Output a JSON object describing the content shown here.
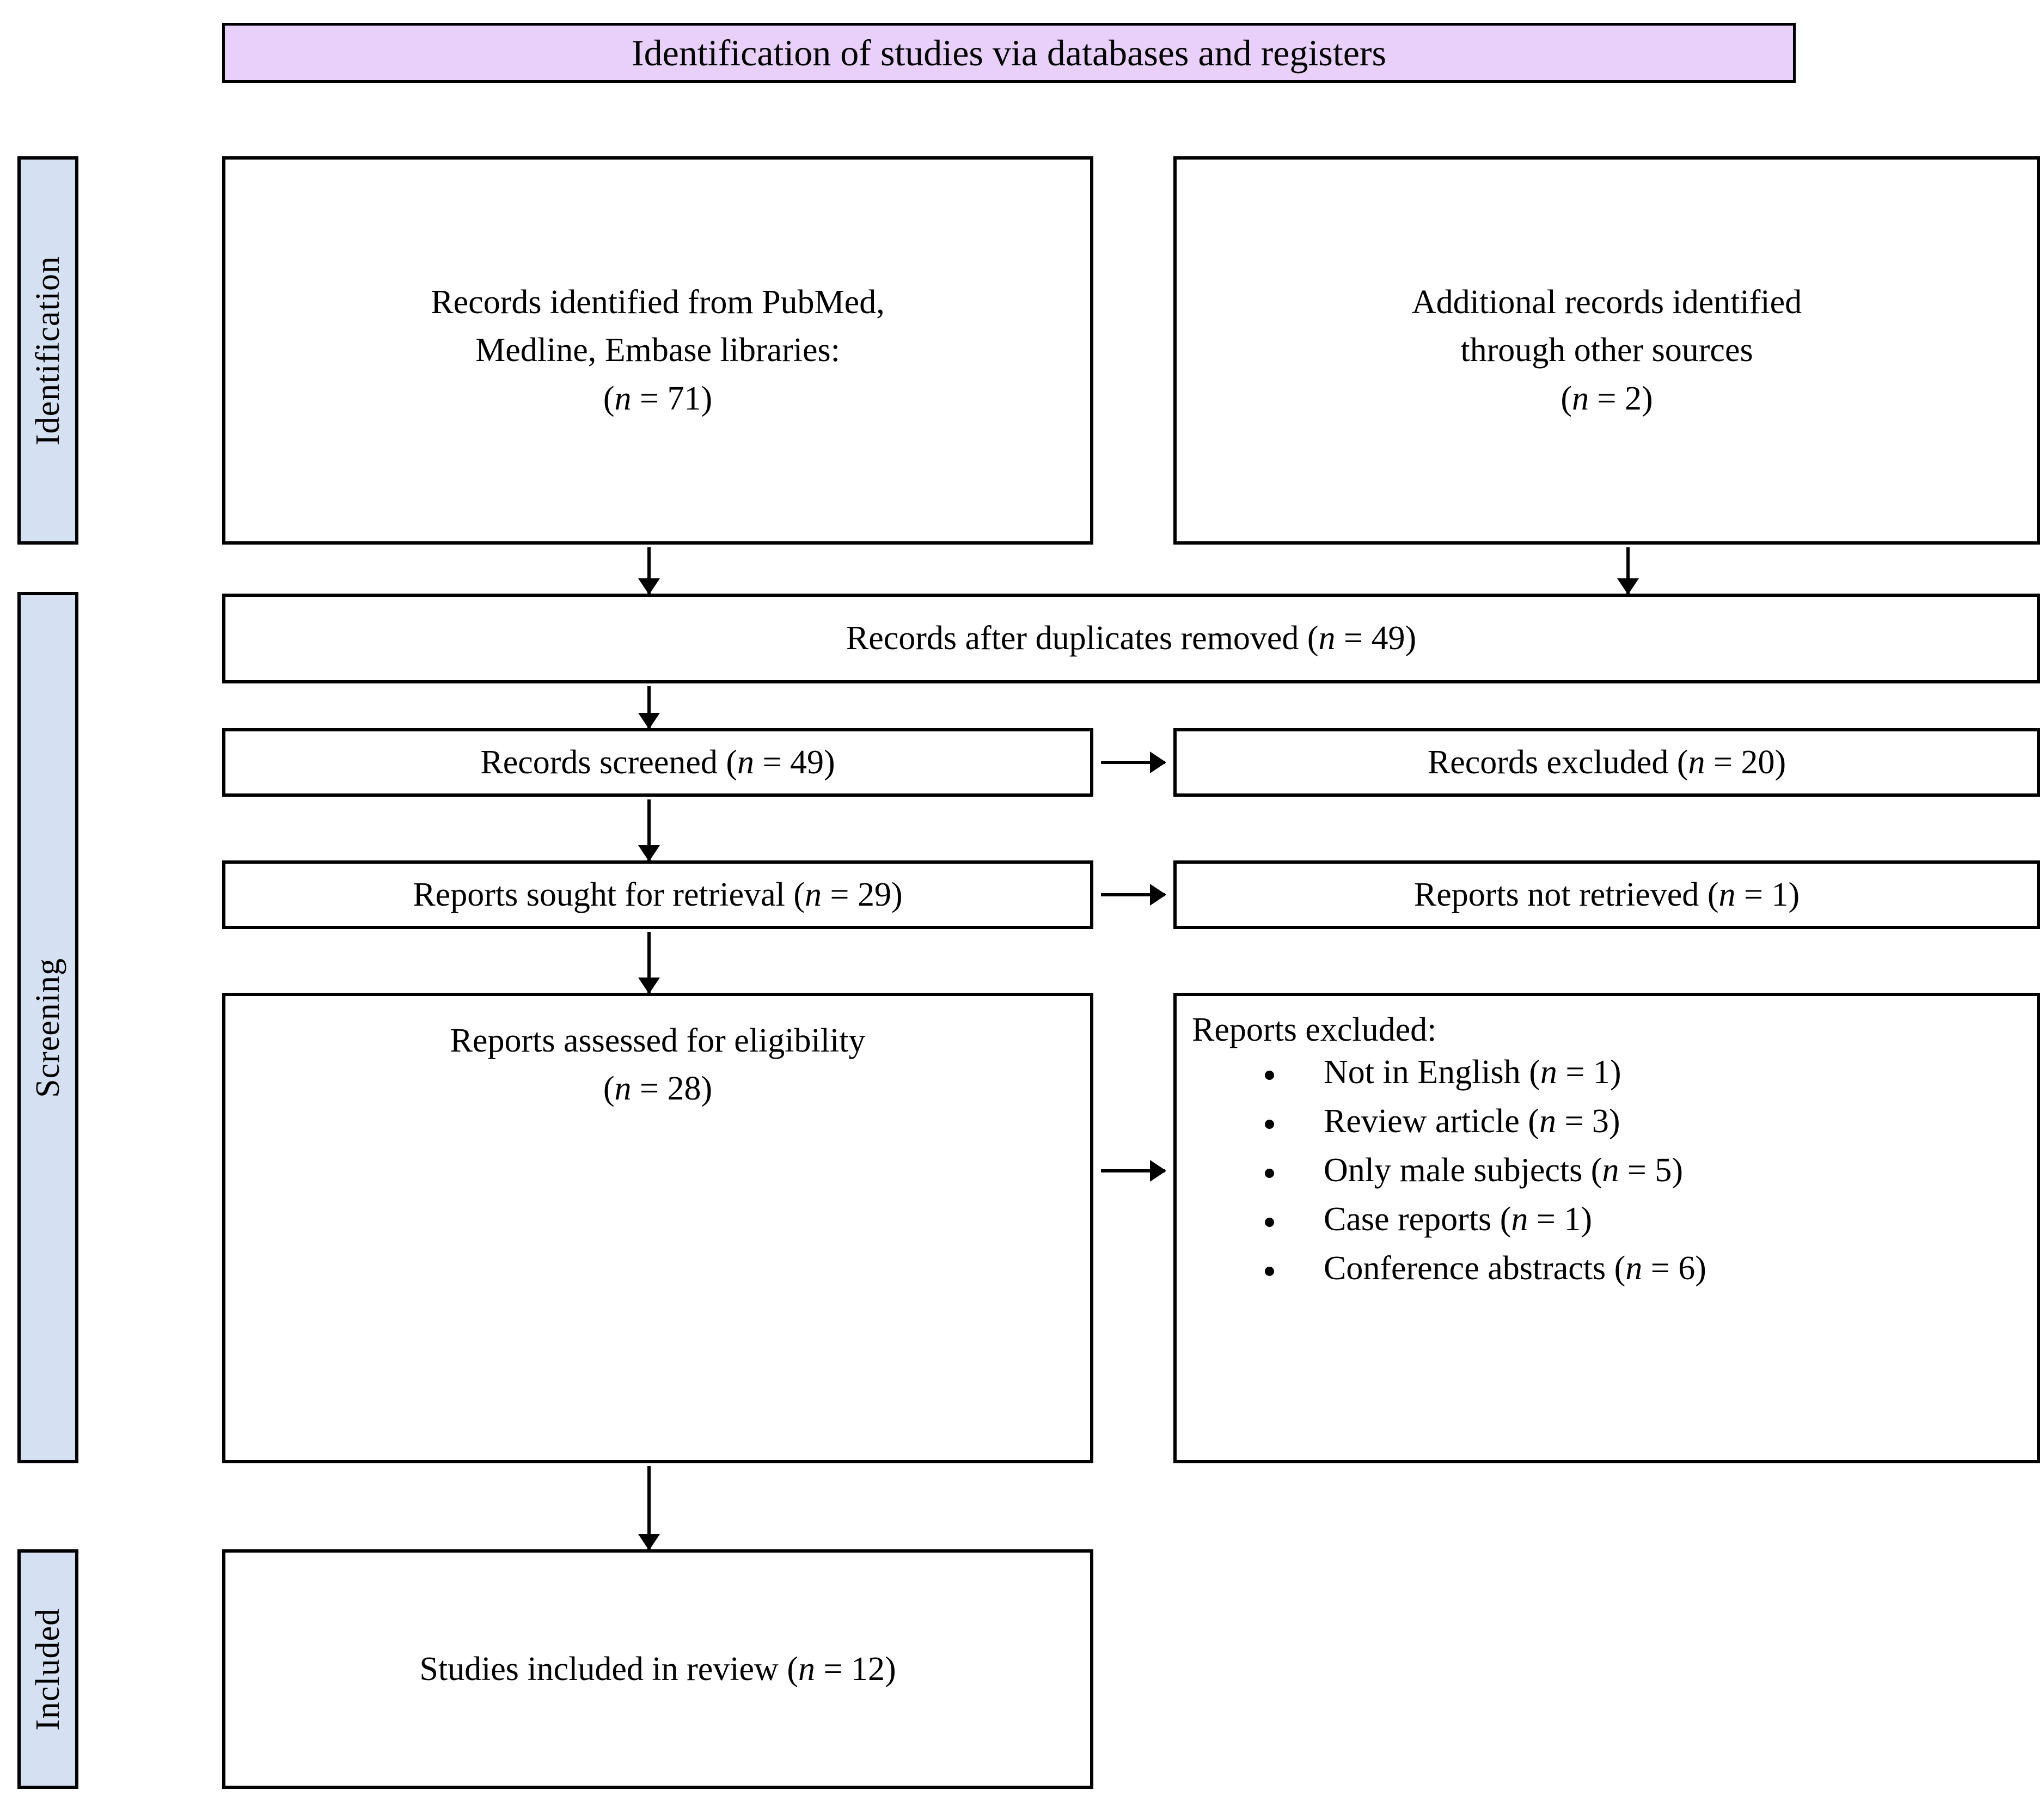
{
  "banner": {
    "title": "Identification of studies via databases and registers"
  },
  "stages": [
    {
      "key": "identification",
      "label": "Identification"
    },
    {
      "key": "screening",
      "label": "Screening"
    },
    {
      "key": "included",
      "label": "Included"
    }
  ],
  "boxes": {
    "databases": {
      "line1": "Records identified from PubMed,",
      "line2": "Medline, Embase libraries:",
      "count": "(n = 71)",
      "n_label": "n",
      "n_value": "71"
    },
    "other_sources": {
      "line1": "Additional records identified",
      "line2": "through other sources",
      "count": "(n = 2)",
      "n_label": "n",
      "n_value": "2"
    },
    "duplicates_removed": {
      "text": "Records after duplicates removed",
      "count": "(n = 49)",
      "n_label": "n",
      "n_value": "49"
    },
    "records_screened": {
      "text": "Records screened",
      "count": "(n = 49)",
      "n_label": "n",
      "n_value": "49"
    },
    "records_excluded": {
      "text": "Records excluded",
      "count": "(n = 20)",
      "n_label": "n",
      "n_value": "20"
    },
    "reports_sought": {
      "text": "Reports sought for retrieval",
      "count": "(n = 29)",
      "n_label": "n",
      "n_value": "29"
    },
    "reports_not_retrieved": {
      "text": "Reports not retrieved",
      "count": "(n = 1)",
      "n_label": "n",
      "n_value": "1"
    },
    "reports_assessed": {
      "line1": "Reports assessed for eligibility",
      "count": "(n = 28)",
      "n_label": "n",
      "n_value": "28"
    },
    "reports_excluded": {
      "heading": "Reports excluded:",
      "items": [
        {
          "label": "Not in English",
          "n_label": "n",
          "n_value": "1",
          "count": "(n = 1)"
        },
        {
          "label": "Review article",
          "n_label": "n",
          "n_value": "3",
          "count": "(n = 3)"
        },
        {
          "label": "Only male subjects",
          "n_label": "n",
          "n_value": "5",
          "count": "(n = 5)"
        },
        {
          "label": "Case reports",
          "n_label": "n",
          "n_value": "1",
          "count": "(n = 1)"
        },
        {
          "label": "Conference abstracts",
          "n_label": "n",
          "n_value": "6",
          "count": "(n = 6)"
        }
      ]
    },
    "studies_included": {
      "text": "Studies included in review",
      "count": "(n = 12)",
      "n_label": "n",
      "n_value": "12"
    }
  },
  "colors": {
    "banner_fill": "#e8d0fa",
    "stage_fill": "#d5e1f2",
    "border": "#000000",
    "box_fill": "#ffffff",
    "text": "#000000"
  },
  "arrows": [
    {
      "name": "databases-to-duplicates",
      "direction": "down"
    },
    {
      "name": "other-sources-to-duplicates",
      "direction": "down"
    },
    {
      "name": "duplicates-to-screened",
      "direction": "down"
    },
    {
      "name": "screened-to-sought",
      "direction": "down"
    },
    {
      "name": "sought-to-assessed",
      "direction": "down"
    },
    {
      "name": "assessed-to-included",
      "direction": "down"
    },
    {
      "name": "screened-to-excluded",
      "direction": "right"
    },
    {
      "name": "sought-to-not-retrieved",
      "direction": "right"
    },
    {
      "name": "assessed-to-excluded",
      "direction": "right"
    }
  ]
}
